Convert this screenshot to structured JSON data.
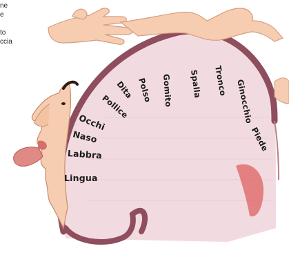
{
  "side_text": [
    "ne",
    "e",
    "",
    "to",
    "ccia"
  ],
  "labels": {
    "piede": "Piede",
    "ginocchio": "Ginocchio",
    "tronco": "Tronco",
    "spalla": "Spalla",
    "gomito": "Gomito",
    "polso": "Polso",
    "dita": "Dita",
    "pollice": "Pollice",
    "occhi": "Occhi",
    "naso": "Naso",
    "labbra": "Labbra",
    "lingua": "Lingua"
  },
  "colors": {
    "cortex_band": "#8e4e5e",
    "cortex_fill": "#f2dbe0",
    "skin": "#f6cdb0",
    "lip": "#e08a86"
  }
}
